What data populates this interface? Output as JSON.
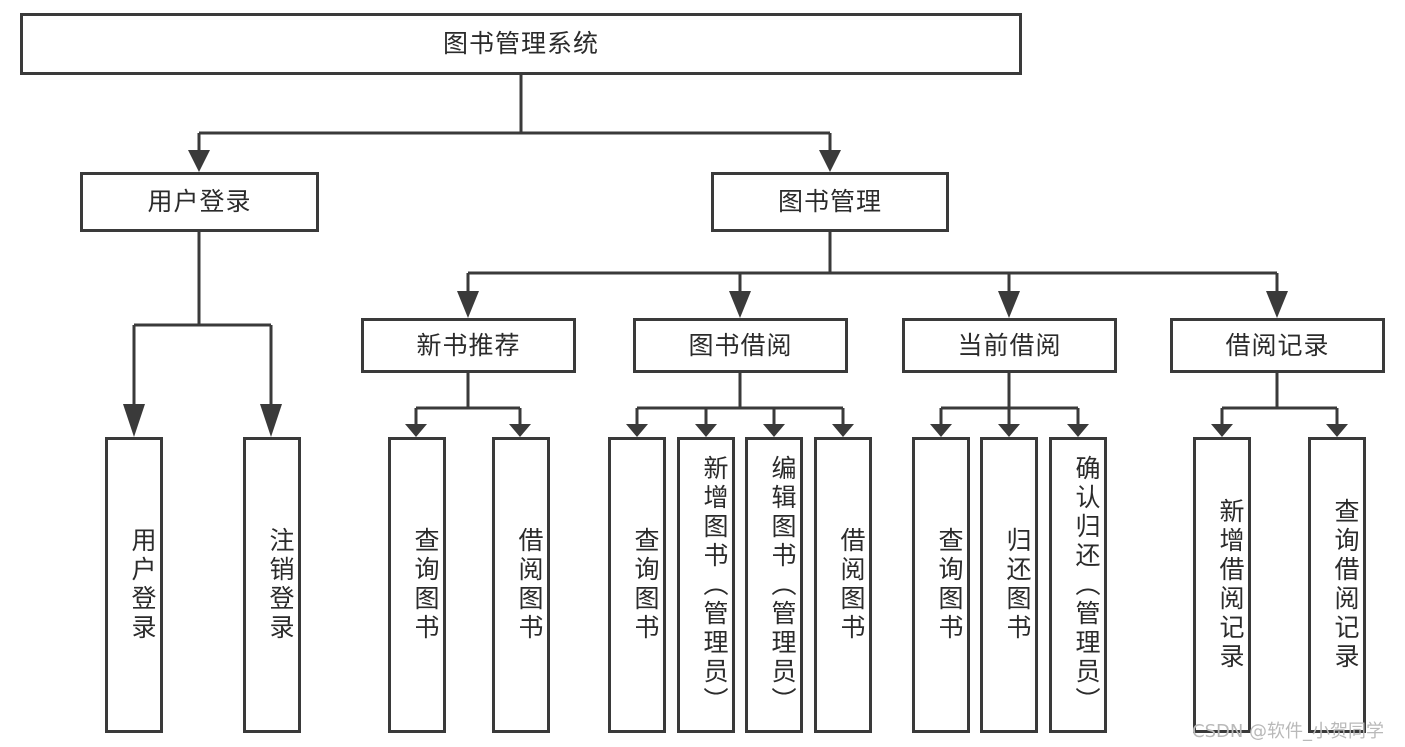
{
  "diagram": {
    "type": "tree",
    "title": "图书管理系统",
    "root": {
      "label": "图书管理系统"
    },
    "level2": [
      {
        "label": "用户登录"
      },
      {
        "label": "图书管理"
      }
    ],
    "level3": [
      {
        "label": "新书推荐"
      },
      {
        "label": "图书借阅"
      },
      {
        "label": "当前借阅"
      },
      {
        "label": "借阅记录"
      }
    ],
    "leaves": {
      "user_login": [
        {
          "label": "用户登录"
        },
        {
          "label": "注销登录"
        }
      ],
      "new_book_recommend": [
        {
          "label": "查询图书"
        },
        {
          "label": "借阅图书"
        }
      ],
      "book_borrow": [
        {
          "label": "查询图书"
        },
        {
          "label": "新增图书（管理员）"
        },
        {
          "label": "编辑图书（管理员）"
        },
        {
          "label": "借阅图书"
        }
      ],
      "current_borrow": [
        {
          "label": "查询图书"
        },
        {
          "label": "归还图书"
        },
        {
          "label": "确认归还（管理员）"
        }
      ],
      "borrow_records": [
        {
          "label": "新增借阅记录"
        },
        {
          "label": "查询借阅记录"
        }
      ]
    }
  },
  "watermark": {
    "text": "CSDN @软件_小贺同学"
  },
  "colors": {
    "stroke": "#3a3a3a",
    "background": "#ffffff",
    "text": "#2b2b2b",
    "watermark": "#b9b9b9"
  }
}
